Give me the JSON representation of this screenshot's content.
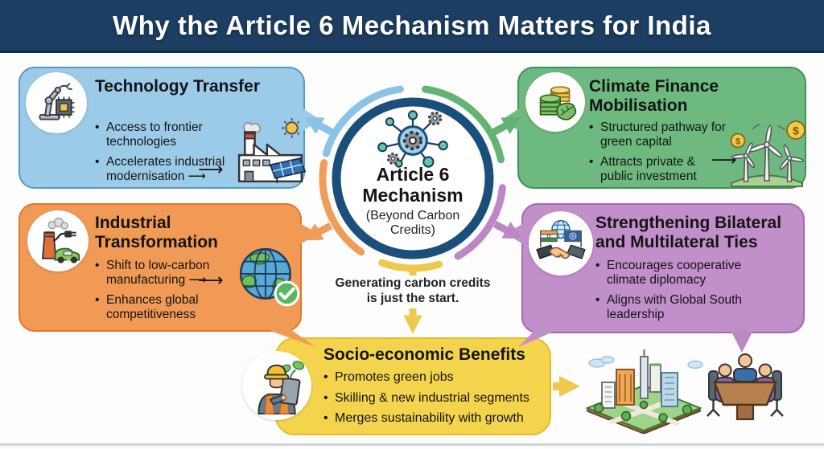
{
  "header": {
    "title": "Why the Article 6 Mechanism Matters for India"
  },
  "hub": {
    "title": "Article 6 Mechanism",
    "subtitle": "(Beyond Carbon Credits)",
    "caption": "Generating carbon credits is just the start.",
    "icon": "gear-network-icon"
  },
  "glyphs": {
    "long_arrow": "⟶",
    "dollar": "$"
  },
  "boxes": {
    "technology": {
      "title": "Technology Transfer",
      "bullets": [
        "Access to frontier technologies",
        "Accelerates industrial modernisation ⟶"
      ],
      "color": "#9ccbe9",
      "icon": "robot-arm-chip-icon",
      "side_icon": "factory-solar-sun-icon"
    },
    "finance": {
      "title": "Climate Finance Mobilisation",
      "bullets": [
        "Structured pathway for green capital",
        "Attracts private & public investment"
      ],
      "color": "#6eb97f",
      "icon": "coins-leaf-icon",
      "side_icon": "wind-turbines-dollar-icon"
    },
    "industrial": {
      "title": "Industrial Transformation",
      "bullets": [
        "Shift to low-carbon manufacturing ⟶",
        "Enhances global competitiveness"
      ],
      "color": "#f19a55",
      "icon": "chimney-ev-plug-icon",
      "side_icon": "globe-checkmark-icon"
    },
    "ties": {
      "title": "Strengthening Bilateral and Multilateral Ties",
      "bullets": [
        "Encourages cooperative climate diplomacy",
        "Aligns with Global South leadership"
      ],
      "color": "#c18fc9",
      "icon": "handshake-flags-icon"
    },
    "socio": {
      "title": "Socio-economic Benefits",
      "bullets": [
        "Promotes green jobs",
        "Skilling & new industrial segments",
        "Merges sustainability with growth"
      ],
      "color": "#f3d44c",
      "icon": "worker-sprout-tablet-icon",
      "side_icons": [
        "green-city-icon",
        "meeting-table-icon"
      ]
    }
  },
  "colors": {
    "header_bg": "#1c3e63",
    "ring_navy": "#1a4e7b",
    "arrow_blue": "#8bc3e6",
    "arrow_green": "#62b374",
    "arrow_orange": "#f09d59",
    "arrow_purple": "#bd87c6",
    "arrow_yellow": "#edc94f"
  }
}
